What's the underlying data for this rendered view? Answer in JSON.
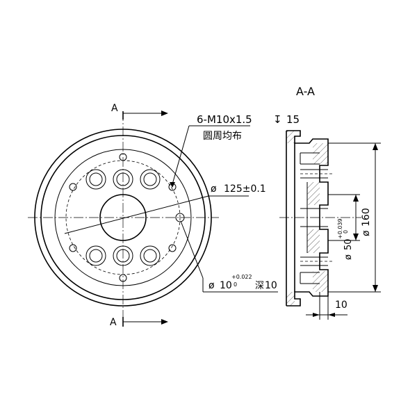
{
  "section_label": "A-A",
  "cut_mark_top": "A",
  "cut_mark_bottom": "A",
  "thread_callout": {
    "spec": "6-M10x1.5",
    "depth_symbol": "↧",
    "depth": "15",
    "note": "圆周均布"
  },
  "pitch_circle": {
    "symbol": "ø",
    "value": "125±0.1"
  },
  "pin_hole": {
    "symbol": "ø",
    "value": "10",
    "tol_upper": "+0.022",
    "tol_lower": "0",
    "depth_word": "深",
    "depth": "10"
  },
  "bore_dim": {
    "symbol": "ø",
    "value": "50",
    "tol_upper": "+0.039",
    "tol_lower": "0"
  },
  "outer_dim": {
    "symbol": "ø",
    "value": "160"
  },
  "thickness_dim": {
    "value": "10"
  }
}
